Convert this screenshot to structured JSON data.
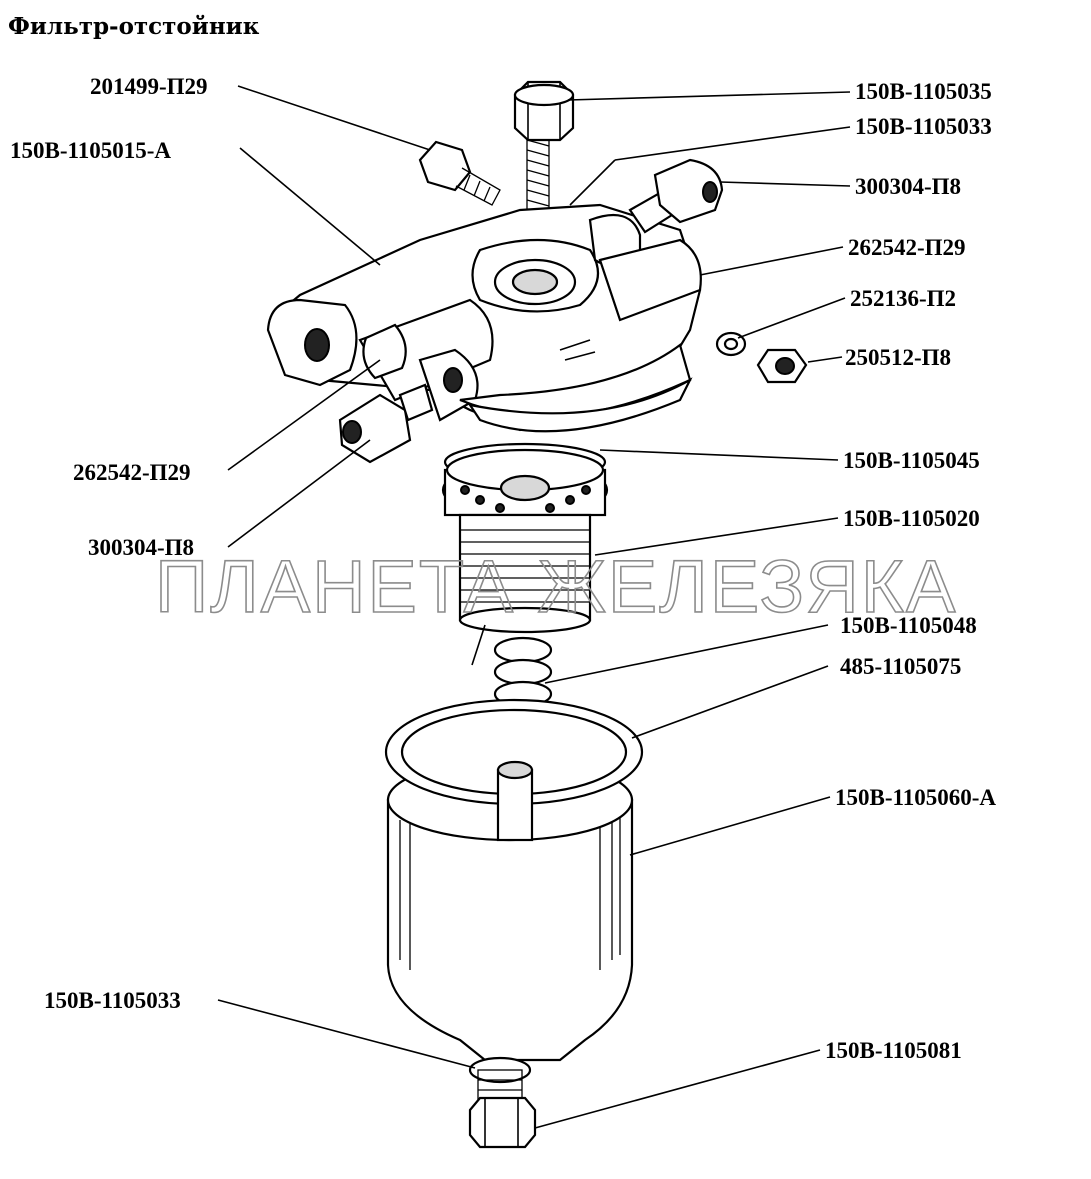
{
  "title": "Фильтр-отстойник",
  "watermark": "ПЛАНЕТА ЖЕЛЕЗЯКА",
  "callouts": [
    "201499-П29",
    "150В-1105015-А",
    "150В-1105035",
    "150В-1105033",
    "300304-П8",
    "262542-П29",
    "252136-П2",
    "250512-П8",
    "262542-П29",
    "300304-П8",
    "150В-1105045",
    "150В-1105020",
    "150В-1105048",
    "485-1105075",
    "150В-1105060-А",
    "150В-1105033",
    "150В-1105081"
  ]
}
